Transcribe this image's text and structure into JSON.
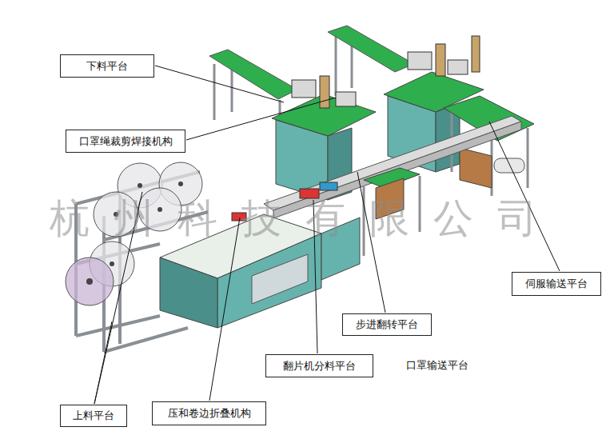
{
  "diagram": {
    "nodes": [
      {
        "text": [
          "下料平台"
        ]
      },
      {
        "text": [
          "口罩绳裁剪焊接机构"
        ]
      },
      {
        "text": [
          "伺服输送平台"
        ]
      },
      {
        "text": [
          "步进翻转平台"
        ]
      },
      {
        "text": [
          "翻片机分料平台"
        ]
      },
      {
        "text": [
          "上料平台"
        ]
      },
      {
        "text": [
          "压和卷边折叠机构"
        ]
      }
    ],
    "edges": [],
    "labels": [
      "口罩输送平台",
      "杭州科技有限公司"
    ]
  }
}
